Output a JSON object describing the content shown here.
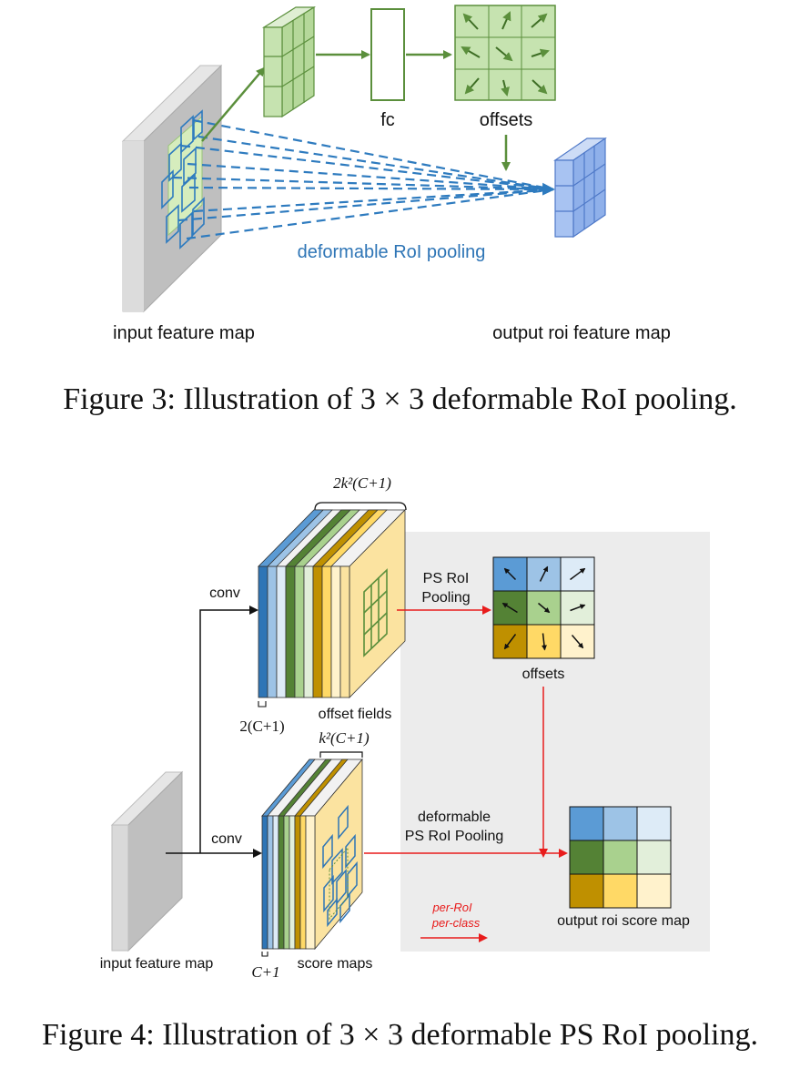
{
  "colors": {
    "green_cell": "#c6e3b0",
    "green_stroke": "#5b8f3c",
    "blue_cell": "#9dbef0",
    "blue_stroke": "#4f79c8",
    "dashed_blue": "#2e7bbf",
    "red_arrow": "#e81c1c",
    "panel_gray": "#ececec",
    "score_yellow": "#fbe3a0"
  },
  "figure3": {
    "fc_label": "fc",
    "offsets_label": "offsets",
    "pooling_label": "deformable RoI pooling",
    "input_label": "input feature map",
    "output_label": "output roi feature map",
    "caption": "Figure 3: Illustration of 3 × 3 deformable RoI pooling."
  },
  "figure4": {
    "top_dim_label": "2k²(C+1)",
    "conv_top_label": "conv",
    "ps_roi_label_line1": "PS RoI",
    "ps_roi_label_line2": "Pooling",
    "offsets_label": "offsets",
    "offset_fields_label": "offset fields",
    "offset_dim_label": "2(C+1)",
    "score_dim_label": "k²(C+1)",
    "conv_bottom_label": "conv",
    "deformable_label_line1": "deformable",
    "deformable_label_line2": "PS RoI Pooling",
    "per_roi_label": "per-RoI",
    "per_class_label": "per-class",
    "output_label": "output roi score map",
    "input_label": "input feature map",
    "score_maps_label": "score maps",
    "c1_label": "C+1",
    "caption": "Figure 4: Illustration of 3 × 3 deformable PS RoI pooling.",
    "offset_colors": [
      [
        "#5b9bd5",
        "#9dc3e6",
        "#ddebf7"
      ],
      [
        "#548235",
        "#a9d18e",
        "#e2efda"
      ],
      [
        "#bf9000",
        "#ffd966",
        "#fff2cc"
      ]
    ],
    "score_colors": [
      [
        "#5b9bd5",
        "#9dc3e6",
        "#ddebf7"
      ],
      [
        "#548235",
        "#a9d18e",
        "#e2efda"
      ],
      [
        "#bf9000",
        "#ffd966",
        "#fff2cc"
      ]
    ]
  }
}
